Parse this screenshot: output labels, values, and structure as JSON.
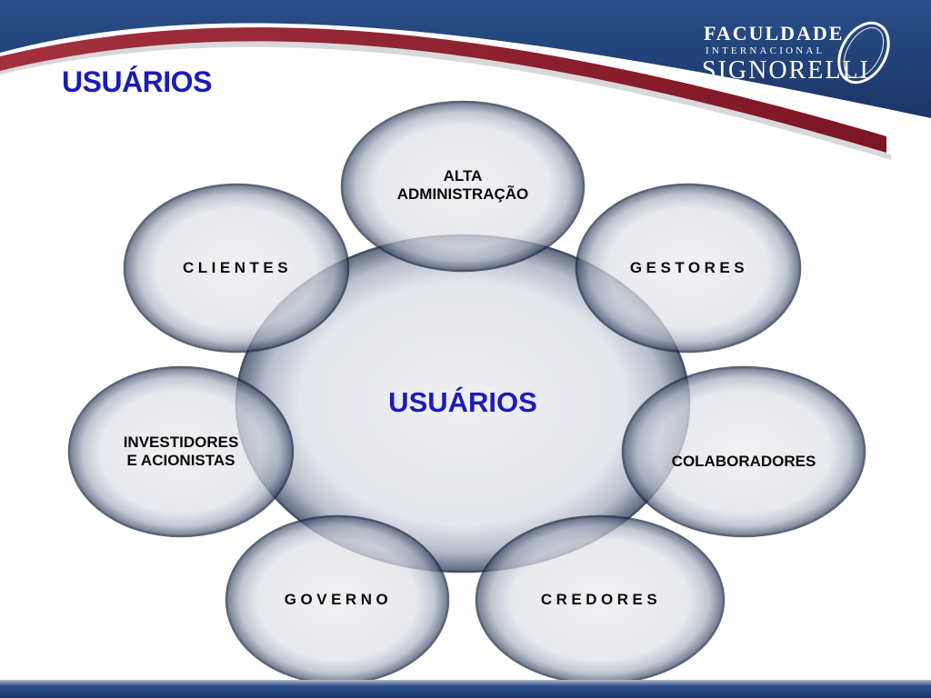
{
  "slide": {
    "title": "USUÁRIOS"
  },
  "logo": {
    "line1": "FACULDADE",
    "line2": "INTERNACIONAL",
    "line3": "SIGNORELLI"
  },
  "colors": {
    "header_blue": "#1f3e73",
    "header_red": "#8b1c2c",
    "title_blue": "#1d1ab8",
    "circle_outline": "#1c2a45"
  },
  "diagram": {
    "center": "USUÁRIOS",
    "nodes": {
      "alta_administracao": {
        "line1": "ALTA",
        "line2": "ADMINISTRAÇÃO"
      },
      "clientes": "CLIENTES",
      "gestores": "GESTORES",
      "investidores": {
        "line1": "INVESTIDORES",
        "line2": "E ACIONISTAS"
      },
      "colaboradores": "COLABORADORES",
      "governo": "GOVERNO",
      "credores": "CREDORES"
    }
  }
}
